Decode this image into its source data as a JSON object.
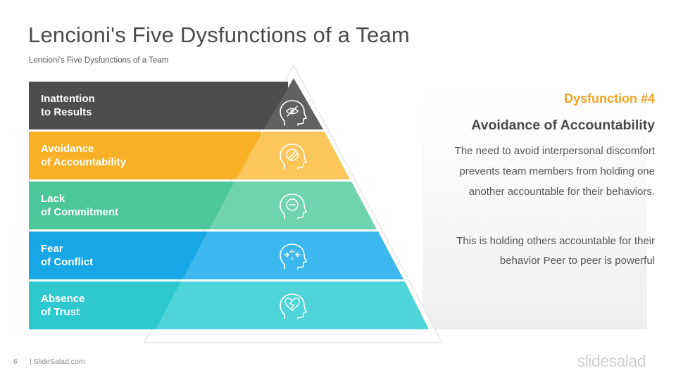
{
  "header": {
    "title": "Lencioni's Five Dysfunctions of a Team",
    "subtitle": "Lencioni's  Five Dysfunctions  of a Team"
  },
  "pyramid": {
    "levels": [
      {
        "line1": "Inattention",
        "line2": "to Results",
        "color": "#4d4d4d",
        "icon": "head-eye-slash-icon"
      },
      {
        "line1": "Avoidance",
        "line2": "of Accountability",
        "color": "#f8b127",
        "icon": "head-prohibited-icon"
      },
      {
        "line1": "Lack",
        "line2": "of Commitment",
        "color": "#4cc79a",
        "icon": "head-minus-icon"
      },
      {
        "line1": "Fear",
        "line2": "of Conflict",
        "color": "#17a6e6",
        "icon": "head-arrows-clash-icon"
      },
      {
        "line1": "Absence",
        "line2": "of Trust",
        "color": "#2ec9cf",
        "icon": "head-broken-heart-icon"
      }
    ]
  },
  "info": {
    "heading": "Dysfunction #4",
    "title": "Avoidance of Accountability",
    "description": "The need to avoid interpersonal discomfort prevents team members from holding one another accountable for their behaviors.",
    "note": "This is holding others accountable for their behavior Peer to peer is powerful"
  },
  "footer": {
    "page_number": "6",
    "brand": "| SlideSalad.com",
    "watermark": "slidesalad"
  }
}
